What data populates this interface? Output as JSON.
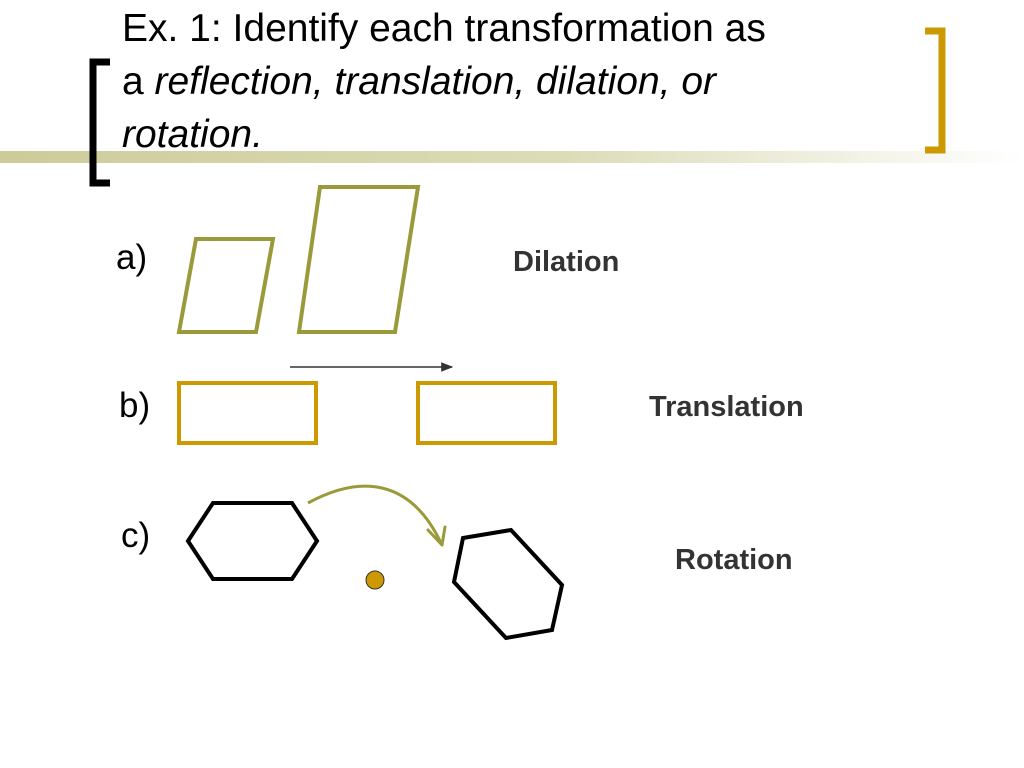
{
  "title": {
    "line1": "Ex. 1: Identify each transformation as",
    "line2_prefix": "a ",
    "line2_italic": "reflection, translation, dilation, or",
    "line3_italic": "rotation."
  },
  "examples": [
    {
      "label": "a)",
      "answer": "Dilation"
    },
    {
      "label": "b)",
      "answer": "Translation"
    },
    {
      "label": "c)",
      "answer": "Rotation"
    }
  ],
  "colors": {
    "olive": "#9a9a3a",
    "gold": "#cc9900",
    "black": "#000000",
    "answer_text": "#333333"
  }
}
